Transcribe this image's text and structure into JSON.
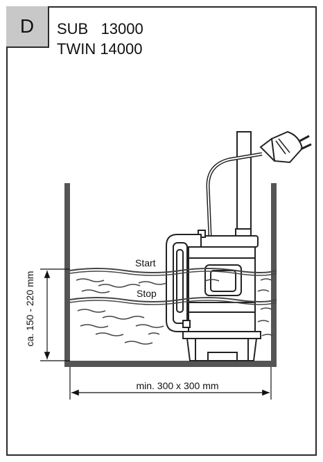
{
  "section_letter": "D",
  "models": [
    "SUB   13000",
    "TWIN 14000"
  ],
  "level_labels": {
    "start": "Start",
    "stop": "Stop"
  },
  "dimensions": {
    "height_range": "ca. 150 - 220 mm",
    "width": "min. 300 x 300 mm"
  },
  "colors": {
    "line": "#2a2a2a",
    "badge": "#c8c8c8",
    "wall": "#555555"
  }
}
